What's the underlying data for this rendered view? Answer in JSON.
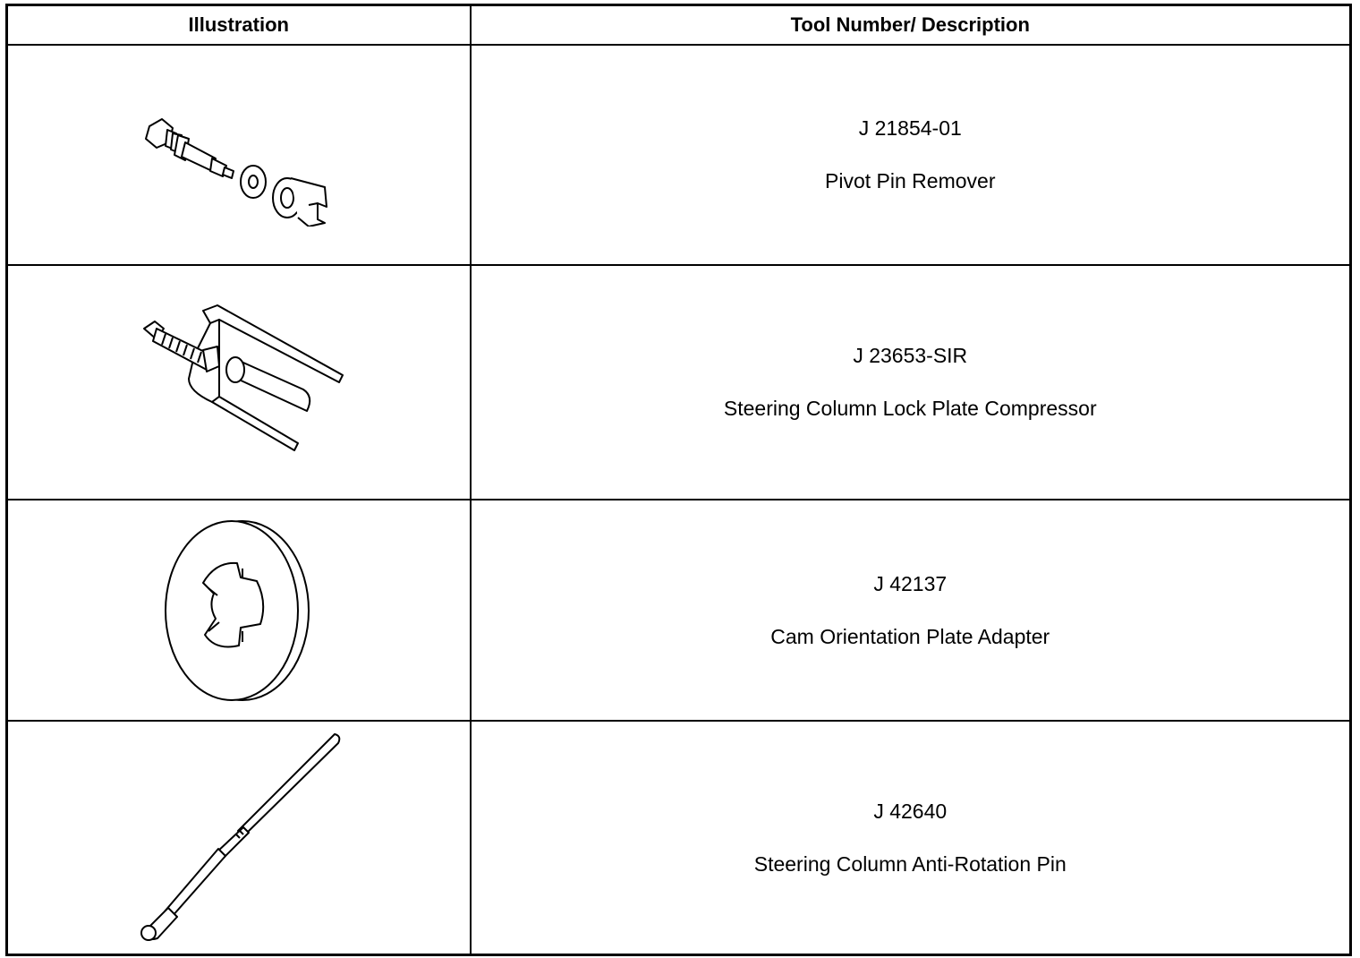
{
  "table": {
    "headers": {
      "illustration": "Illustration",
      "description": "Tool Number/ Description"
    },
    "rows": [
      {
        "number": "J 21854-01",
        "name": "Pivot Pin Remover",
        "icon": "pivot-pin-remover-illustration"
      },
      {
        "number": "J 23653-SIR",
        "name": "Steering Column Lock Plate Compressor",
        "icon": "lock-plate-compressor-illustration"
      },
      {
        "number": "J 42137",
        "name": "Cam Orientation Plate Adapter",
        "icon": "cam-orientation-plate-adapter-illustration"
      },
      {
        "number": "J 42640",
        "name": "Steering Column Anti-Rotation Pin",
        "icon": "anti-rotation-pin-illustration"
      }
    ]
  }
}
